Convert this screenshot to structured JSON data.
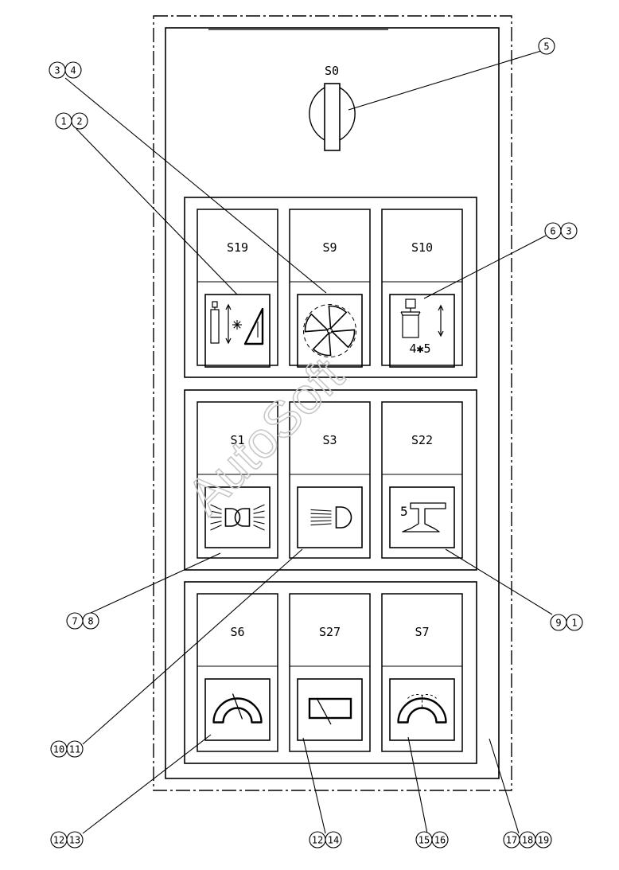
{
  "selector_switch": {
    "label": "S0"
  },
  "panels": [
    {
      "buttons": [
        {
          "label": "S19",
          "icon": "lift-align-icon"
        },
        {
          "label": "S9",
          "icon": "fan-icon"
        },
        {
          "label": "S10",
          "icon": "head-4x5-icon",
          "icon_text": "4✱5"
        }
      ]
    },
    {
      "buttons": [
        {
          "label": "S1",
          "icon": "headlamp-both-icon"
        },
        {
          "label": "S3",
          "icon": "headlamp-icon"
        },
        {
          "label": "S22",
          "icon": "rail-clamp-icon",
          "icon_text": "5"
        }
      ]
    },
    {
      "buttons": [
        {
          "label": "S6",
          "icon": "meter-icon"
        },
        {
          "label": "S27",
          "icon": "gauge-icon"
        },
        {
          "label": "S7",
          "icon": "meter-dashed-icon"
        }
      ]
    }
  ],
  "callouts": [
    {
      "digits": [
        "5"
      ]
    },
    {
      "digits": [
        "3",
        "4"
      ]
    },
    {
      "digits": [
        "1",
        "2"
      ]
    },
    {
      "digits": [
        "6",
        "3"
      ]
    },
    {
      "digits": [
        "7",
        "8"
      ]
    },
    {
      "digits": [
        "9",
        "1"
      ]
    },
    {
      "digits": [
        "10",
        "11"
      ]
    },
    {
      "digits": [
        "12",
        "13"
      ]
    },
    {
      "digits": [
        "12",
        "14"
      ]
    },
    {
      "digits": [
        "15",
        "16"
      ]
    },
    {
      "digits": [
        "17",
        "18",
        "19"
      ]
    }
  ],
  "watermark": "AutoSoft"
}
